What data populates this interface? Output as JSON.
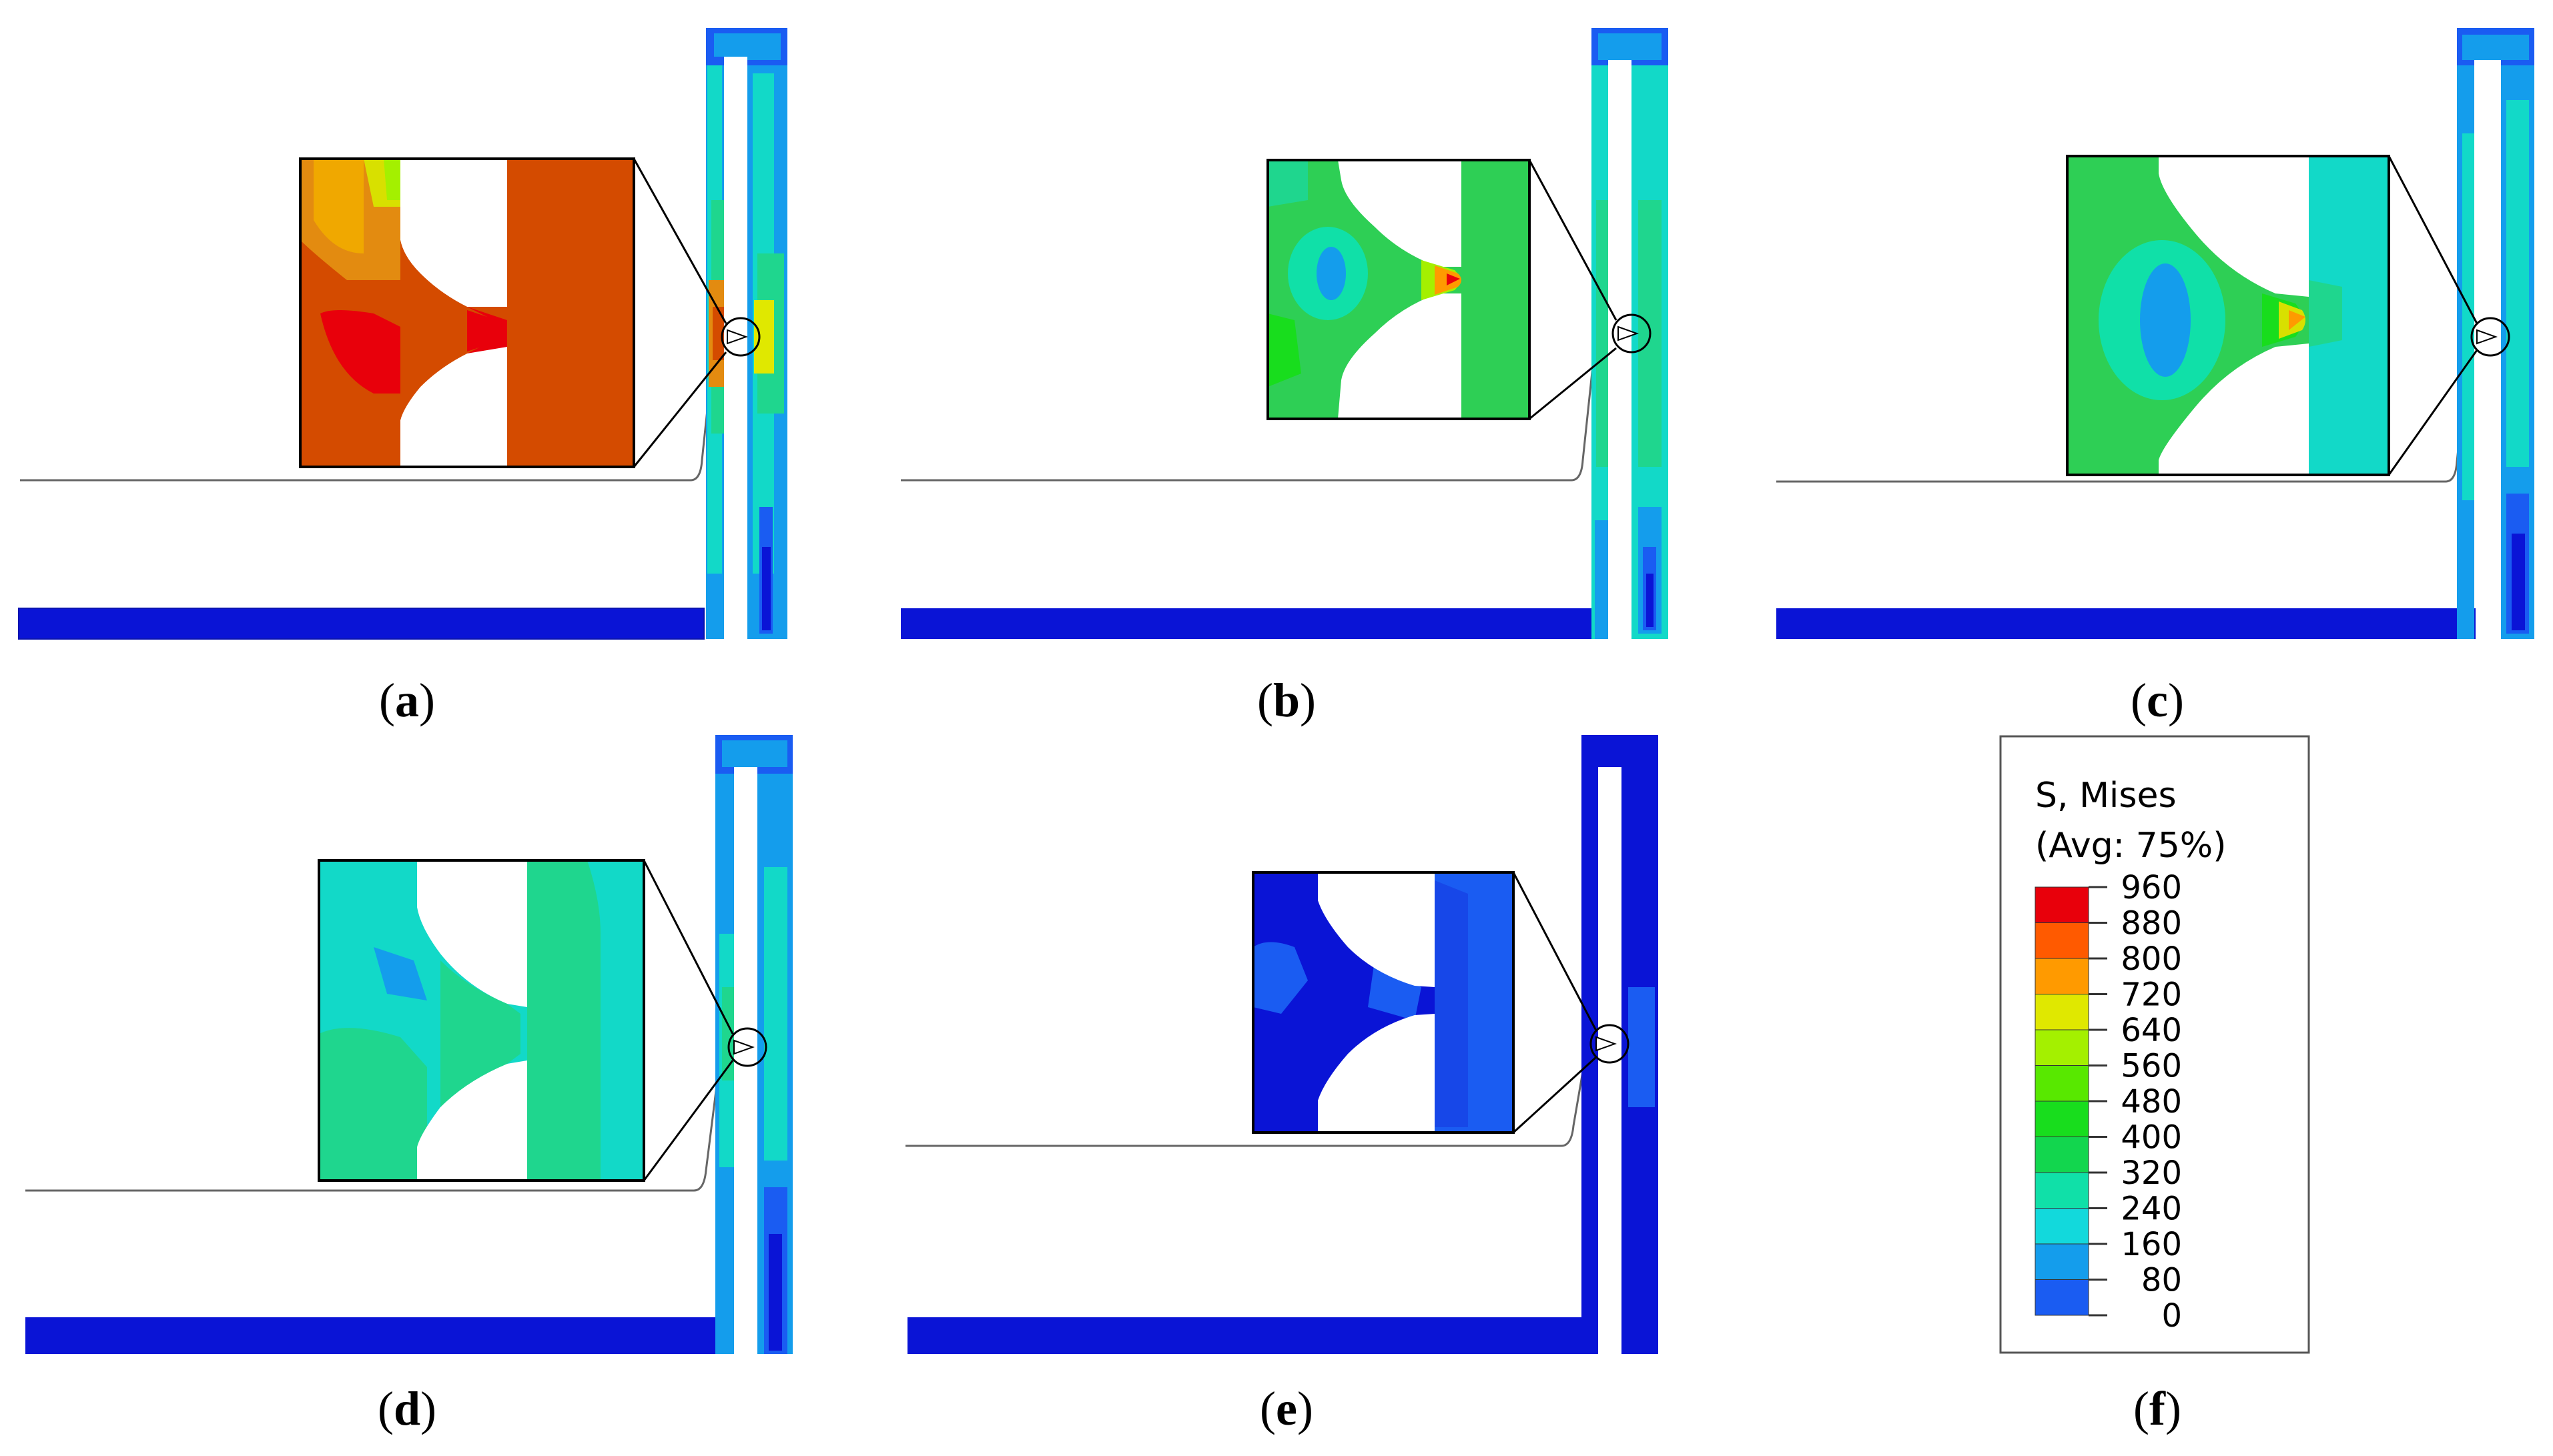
{
  "panels": [
    {
      "id": "a",
      "label": "a"
    },
    {
      "id": "b",
      "label": "b"
    },
    {
      "id": "c",
      "label": "c"
    },
    {
      "id": "d",
      "label": "d"
    },
    {
      "id": "e",
      "label": "e"
    },
    {
      "id": "f",
      "label": "f"
    }
  ],
  "legend": {
    "title_line1": "S, Mises",
    "title_line2": "(Avg: 75%)",
    "levels": [
      "960",
      "880",
      "800",
      "720",
      "640",
      "560",
      "480",
      "400",
      "320",
      "240",
      "160",
      "80",
      "0"
    ],
    "colors": [
      "#e8000b",
      "#ff5a00",
      "#ff9a00",
      "#e0e800",
      "#a4f000",
      "#58e800",
      "#18dd1d",
      "#12d64e",
      "#10e0a8",
      "#12d9dc",
      "#149dec",
      "#1a5cf2",
      "#0a14e6"
    ]
  },
  "colors": {
    "red": "#e8000b",
    "orange": "#d44b00",
    "orange_light": "#e38b10",
    "yellow": "#d8e000",
    "green": "#2ecf55",
    "green_bright": "#18dd1d",
    "green_cyan": "#1fd68e",
    "cyan": "#12d9c8",
    "light_blue": "#149dec",
    "blue_mid": "#1a5cf2",
    "blue": "#0a14d6",
    "outline": "#000000"
  }
}
